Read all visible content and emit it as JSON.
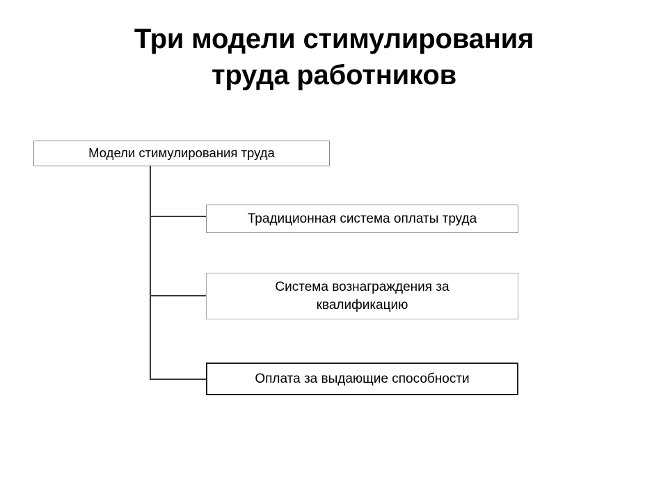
{
  "slide": {
    "title": "Три модели стимулирования\nтруда работников",
    "background_color": "#ffffff",
    "text_color": "#000000"
  },
  "diagram": {
    "type": "hierarchy-tree",
    "orientation": "vertical-trunk-right-branches",
    "connector_color": "#3a3a3a",
    "root": {
      "label": "Модели стимулирования труда",
      "border_color": "#8a8a8a"
    },
    "children": [
      {
        "label": "Традиционная система оплаты труда",
        "border_color": "#8a8a8a"
      },
      {
        "label": "Система вознаграждения за\nквалификацию",
        "border_color": "#a8a8a8"
      },
      {
        "label": "Оплата за выдающие способности",
        "border_color": "#1f1f1f"
      }
    ]
  }
}
